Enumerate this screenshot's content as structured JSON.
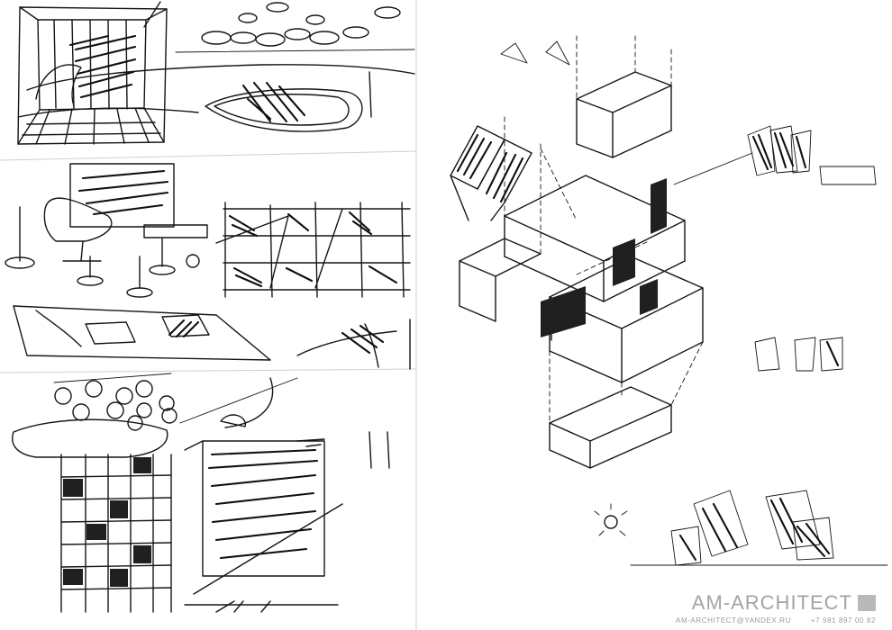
{
  "watermark": {
    "brand": "AM-ARCHITECT",
    "email": "AM-ARCHITECT@YANDEX.RU",
    "phone": "+7 981 897 00 82"
  },
  "colors": {
    "ink": "#151515",
    "paper": "#ffffff",
    "watermark": "#a3a3a3"
  }
}
